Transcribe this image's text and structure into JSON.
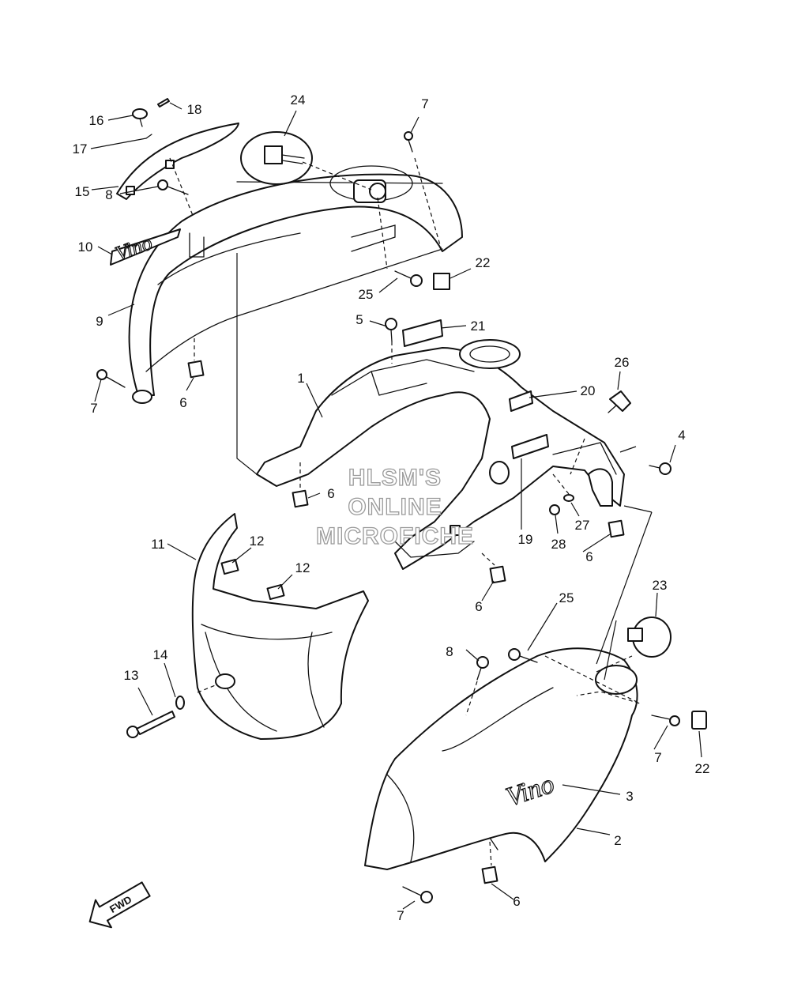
{
  "diagram": {
    "callouts": [
      "1",
      "2",
      "3",
      "4",
      "5",
      "6",
      "6",
      "6",
      "6",
      "6",
      "7",
      "7",
      "7",
      "7",
      "8",
      "8",
      "9",
      "10",
      "11",
      "12",
      "12",
      "13",
      "14",
      "15",
      "16",
      "17",
      "18",
      "19",
      "20",
      "21",
      "22",
      "22",
      "23",
      "24",
      "25",
      "25",
      "26",
      "27",
      "28"
    ],
    "watermark": [
      "HLSM'S",
      "ONLINE",
      "MICROFICHE"
    ],
    "emblem_text": "Vino",
    "direction_arrow": "FWD"
  }
}
